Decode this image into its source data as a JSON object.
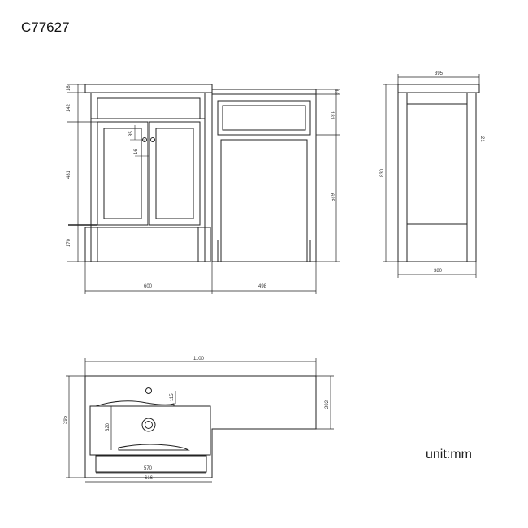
{
  "product_code": "C77627",
  "unit_label": "unit:mm",
  "front_view": {
    "dims": {
      "top_thickness": "18",
      "drawer_height": "142",
      "door_height": "481",
      "leg_height": "170",
      "knob_offset_v": "85",
      "knob_offset_h": "16",
      "width_left": "600",
      "width_right": "498",
      "right_top": "18",
      "right_drawer": "181",
      "right_body": "625"
    }
  },
  "side_view": {
    "dims": {
      "top_depth": "395",
      "height": "830",
      "side_mark": "21",
      "base_depth": "380"
    }
  },
  "plan_view": {
    "dims": {
      "total_width": "1100",
      "depth": "395",
      "right_depth": "292",
      "tap_to_bowl": "115",
      "bowl_depth": "320",
      "bowl_width": "570",
      "basin_width": "616"
    }
  }
}
